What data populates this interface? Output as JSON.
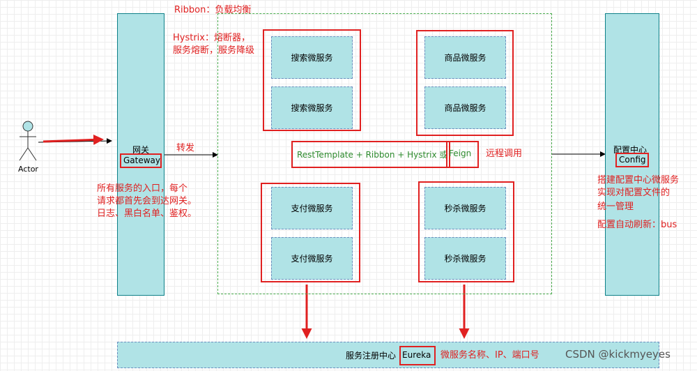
{
  "actor": {
    "label": "Actor"
  },
  "gateway": {
    "name_cn": "网关",
    "name_en": "Gateway"
  },
  "gateway_note": [
    "所有服务的入口，每个",
    "请求都首先会到达网关。",
    "日志、黑白名单、鉴权。"
  ],
  "forward_label": "转发",
  "ribbon_note": "Ribbon：负载均衡",
  "hystrix_note": [
    "Hystrix：熔断器，",
    "服务熔断，服务降级"
  ],
  "services": {
    "search": [
      "搜索微服务",
      "搜索微服务"
    ],
    "product": [
      "商品微服务",
      "商品微服务"
    ],
    "payment": [
      "支付微服务",
      "支付微服务"
    ],
    "seckill": [
      "秒杀微服务",
      "秒杀微服务"
    ]
  },
  "rpc": {
    "stack": "RestTemplate + Ribbon + Hystrix 或",
    "feign": "Feign",
    "note": "远程调用"
  },
  "config": {
    "name_cn": "配置中心",
    "name_en": "Config"
  },
  "config_note": [
    "搭建配置中心微服务",
    "实现对配置文件的",
    "统一管理"
  ],
  "config_refresh": "配置自动刷新：bus",
  "registry": {
    "name_cn": "服务注册中心",
    "name_en": "Eureka",
    "note": "微服务名称、IP、端口号"
  },
  "watermark": "CSDN @kickmyeyes",
  "colors": {
    "teal": "#b0e3e6",
    "red": "#e02020",
    "green_dashed": "#4caf50"
  }
}
